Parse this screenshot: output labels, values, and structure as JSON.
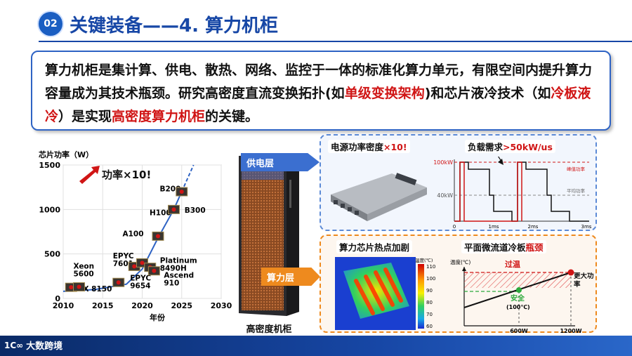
{
  "section_number": "02",
  "page_title": "关键装备——4. 算力机柜",
  "description": {
    "part1": "算力机柜是集计算、供电、散热、网络、监控于一体的标准化算力单元，有限空间内提升算力容量成为其技术瓶颈。研究高密度直流变换拓扑(如",
    "highlight1": "单级变换架构",
    "part2": ")和芯片液冷技术（如",
    "highlight2": "冷板液冷",
    "part3": "）是实现",
    "highlight3": "高密度算力机柜",
    "part4": "的关键。"
  },
  "chart_data": {
    "type": "scatter",
    "ylabel": "芯片功率（W）",
    "xlabel": "年份",
    "xlim": [
      2010,
      2030
    ],
    "ylim": [
      0,
      1500
    ],
    "xticks": [
      "2010",
      "2015",
      "2020",
      "2025",
      "2030"
    ],
    "yticks": [
      "0",
      "500",
      "1000",
      "1500"
    ],
    "annotation": "功率×10!",
    "points": [
      {
        "label": "FX 8150",
        "x": 2011,
        "y": 125
      },
      {
        "label": "Xeon 5600",
        "x": 2012,
        "y": 130
      },
      {
        "label": "EPYC 7601",
        "x": 2017,
        "y": 180
      },
      {
        "label": "EPYC 9654",
        "x": 2019,
        "y": 360
      },
      {
        "label": "A100",
        "x": 2020,
        "y": 400
      },
      {
        "label": "Platinum 8490H",
        "x": 2021,
        "y": 350
      },
      {
        "label": "Ascend 910",
        "x": 2021.5,
        "y": 310
      },
      {
        "label": "H100",
        "x": 2022,
        "y": 700
      },
      {
        "label": "B200",
        "x": 2024,
        "y": 1000
      },
      {
        "label": "B300",
        "x": 2025,
        "y": 1200
      }
    ],
    "trend_x": [
      2010,
      2014,
      2018,
      2020,
      2022,
      2024,
      2025,
      2026.5
    ],
    "trend_y": [
      80,
      100,
      160,
      330,
      680,
      1000,
      1200,
      1500
    ]
  },
  "rack": {
    "caption": "高密度机柜",
    "power_layer": "供电层",
    "compute_layer": "算力层"
  },
  "power_panel": {
    "density_label_prefix": "电源功率密度",
    "density_label_highlight": "×10!",
    "load_label_prefix": "负载需求",
    "load_label_highlight": ">50kW/us",
    "wave": {
      "y_high": "100kW",
      "y_low": "40kW",
      "peak_label": "峰值功率",
      "avg_label": "平均功率",
      "x_ticks": [
        "0",
        "1ms",
        "2ms",
        "3ms"
      ]
    }
  },
  "cooling_panel": {
    "hotspot_label": "算力芯片热点加剧",
    "coldplate_label_prefix": "平面微流道冷板",
    "coldplate_label_highlight": "瓶颈",
    "colorbar_title": "温度(℃)",
    "colorbar_ticks": [
      "110",
      "100",
      "90",
      "80",
      "70",
      "60"
    ],
    "graph": {
      "y_label": "温度(℃)",
      "over_temp": "过温",
      "safe": "安全",
      "safe_temp": "(100℃)",
      "more_power": "更大功率",
      "x_ticks": [
        "600W",
        "1200W"
      ]
    }
  },
  "brand": {
    "logo": "1C∞",
    "name": "大数跨境"
  },
  "colors": {
    "primary_blue": "#1747a6",
    "highlight_red": "#d01515",
    "orange": "#ee8a1e"
  }
}
